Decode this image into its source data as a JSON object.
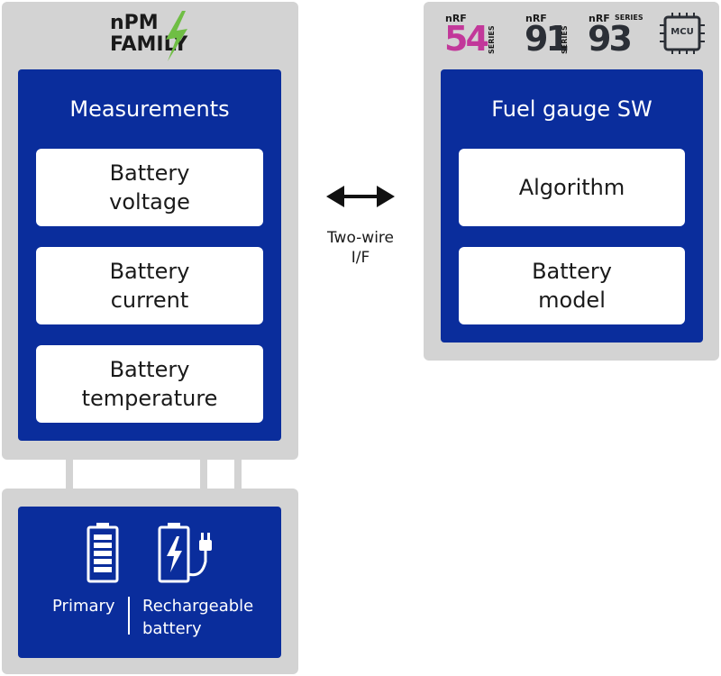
{
  "npm_logo": {
    "line1": "nPM",
    "line2": "FAMILY"
  },
  "series_logos": [
    {
      "prefix": "nRF",
      "digits": "54",
      "suffix": "SERIES"
    },
    {
      "prefix": "nRF",
      "digits": "91",
      "suffix": "SERIES"
    },
    {
      "prefix": "nRF",
      "digits": "93",
      "suffix": "SERIES"
    },
    {
      "label": "MCU"
    }
  ],
  "measurements": {
    "title": "Measurements",
    "items": [
      "Battery\nvoltage",
      "Battery\ncurrent",
      "Battery\ntemperature"
    ]
  },
  "interface": {
    "label": "Two-wire\nI/F"
  },
  "fuel_gauge": {
    "title": "Fuel gauge SW",
    "items": [
      "Algorithm",
      "Battery\nmodel"
    ]
  },
  "battery": {
    "primary_label": "Primary",
    "rechargeable_label": "Rechargeable\nbattery"
  },
  "colors": {
    "panel_gray": "#d3d3d3",
    "block_blue": "#0a2d9c",
    "bolt_green": "#6fbe44"
  }
}
